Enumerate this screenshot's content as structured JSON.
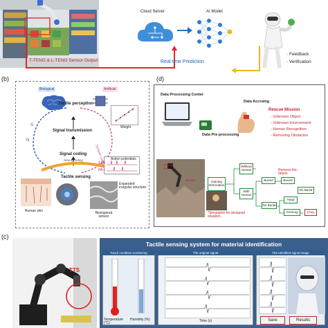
{
  "panel_a": {
    "sensor_output": "T-TENG & L-TENG Sensor Output",
    "cloud_server": "Cloud Server",
    "ai_model": "AI Model",
    "prediction": "Real-time Prediction",
    "feedback": "· Feedback",
    "verification": "· Verification"
  },
  "panel_b": {
    "label": "(b)",
    "biological": "Biological",
    "artificial": "Artificial",
    "tactile_perception": "Tactile perception",
    "signal_transmission": "Signal transmission",
    "signal_coding": "Signal coding",
    "neural_coding": "Neural coding",
    "tactile_sensing": "Tactile sensing",
    "weight": "Weight",
    "action_potentials": "Action potentials",
    "sa1": "SA-I",
    "pa1": "PA-I",
    "expanded": "Expanded irregular structure",
    "human_skin": "Human skin",
    "biosensor": "Bioinspired sensor",
    "arc_left": "S",
    "arc_left2": "N",
    "arc_right": "Synaptic coding"
  },
  "panel_d": {
    "label": "(d)",
    "center": "Data Processing Center",
    "accruing": "Data Accruing",
    "preprocessing": "Data Pre-processing",
    "rescue": "Rescue Mission",
    "rescue_items": [
      "- Unknown Object",
      "- Unknown Environment",
      "- Human Recognition",
      "- Removing Obstacles"
    ],
    "robotic_arm": "Robotic Arm",
    "gaining": "Gaining Information",
    "without_human": "Without Human",
    "with_human": "With Human",
    "buried": "Buried",
    "buried2": "Buried",
    "no_burial": "No Burial",
    "no_burial2": "No Burial",
    "remove_debris": "Remove the debris",
    "head": "Head",
    "arm_leg": "Arm/Leg",
    "drag": "Drag",
    "simulation": "*Simulation for designed situation",
    "photo_tag": "TTS",
    "sensor_tag": "Sensor"
  },
  "panel_c": {
    "label": "(c)",
    "tts": "TTS",
    "title": "Tactile sensing system for material identification",
    "touch": "Touch condition monitoring",
    "original": "The original signal",
    "identified": "The identified signal image",
    "temperature": "Temperature (°C)",
    "humidity": "Humidity (%)",
    "time": "Time (s)",
    "save": "Save",
    "results": "Results"
  }
}
